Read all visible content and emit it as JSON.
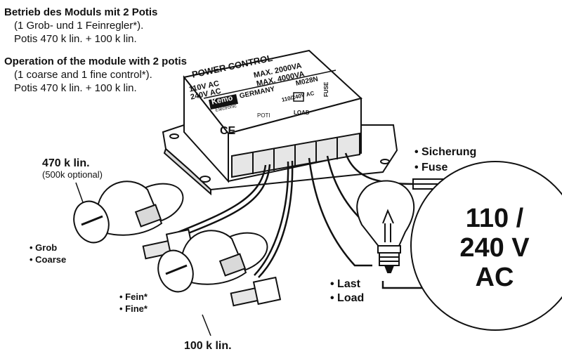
{
  "colors": {
    "line": "#111111",
    "paper": "#ffffff",
    "body": "#ffffff",
    "shade": "#d9d9d9"
  },
  "notes": {
    "de_title": "Betrieb des Moduls mit 2 Potis",
    "de_line2": "(1 Grob- und 1 Feinregler*).",
    "de_line3": "Potis 470 k lin. + 100 k lin.",
    "en_title": "Operation of the module with 2 potis",
    "en_line2": "(1 coarse and 1 fine control*).",
    "en_line3": "Potis 470 k lin. + 100 k lin."
  },
  "module": {
    "title": "POWER CONTROL",
    "v1": "110V AC",
    "v2": "240V AC",
    "max1": "MAX. 2000VA",
    "max2": "MAX. 4000VA",
    "brand": "Kemo",
    "brand_sub": "Electronic",
    "country": "GERMANY",
    "model": "M028N",
    "ce": "CE",
    "poti": "POTI",
    "mains": "110/240V AC",
    "load": "LOAD",
    "fuse": "FUSE"
  },
  "labels": {
    "pot470": "470 k lin.",
    "pot470_note": "(500k optional)",
    "grob": "• Grob",
    "coarse": "• Coarse",
    "fein": "• Fein*",
    "fine": "• Fine*",
    "pot100": "100 k lin.",
    "sicherung": "• Sicherung",
    "fuse": "• Fuse",
    "last": "• Last",
    "load": "• Load",
    "voltage1": "110 /",
    "voltage2": "240 V",
    "voltage3": "AC"
  }
}
